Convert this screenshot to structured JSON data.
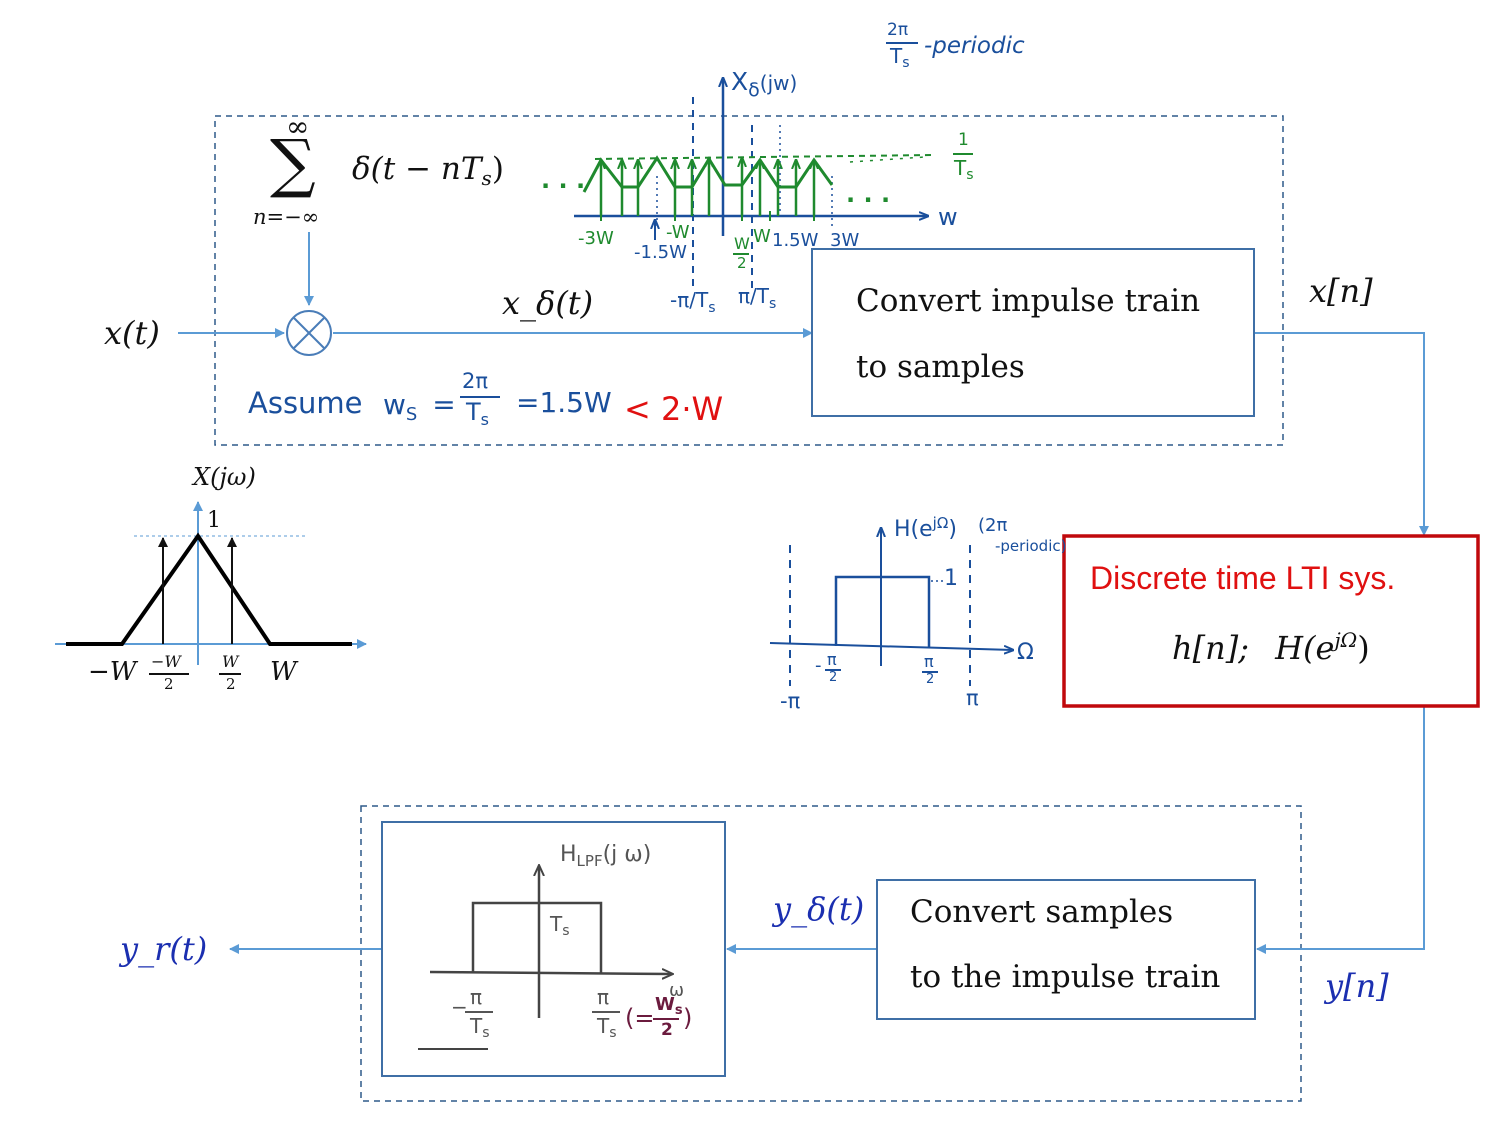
{
  "sampler": {
    "impulse_train": "∑ δ(t − nT_s)",
    "sum_upper": "∞",
    "sum_lower": "n=−∞",
    "sum_body": "δ(t − nT",
    "sum_sub": "s",
    "input": "x(t)",
    "x_delta": "x_δ(t)",
    "assume_label": "Assume",
    "ws_label": "w",
    "ws_sub": "S",
    "ws_eq": "=",
    "ws_num": "2π",
    "ws_den": "T",
    "ws_den_sub": "s",
    "ws_rhs": "=1.5W",
    "ws_ineq": "< 2·W"
  },
  "spectrum_sampled": {
    "title": "X",
    "title_sub": "δ",
    "title_arg": "(jw)",
    "axis_label": "w",
    "periodic_num": "2π",
    "periodic_den": "T",
    "periodic_sub": "s",
    "periodic_text": "-periodic",
    "height_num": "1",
    "height_den": "T",
    "height_sub": "s",
    "ticks": [
      "-3W",
      "-1.5W",
      "-W",
      "W",
      "1.5W",
      "3W"
    ],
    "half_w_num": "W",
    "half_w_den": "2",
    "neg_pi_ts": "-π/T",
    "pos_pi_ts": "π/T",
    "ts_sub": "s",
    "dots_left": ". . .",
    "dots_right": ". . ."
  },
  "convert_box": {
    "line1": "Convert impulse train",
    "line2": "to samples",
    "output": "x[n]"
  },
  "spectrum_input": {
    "title": "X(jω)",
    "peak": "1",
    "neg_w": "−W",
    "neg_half_num": "−W",
    "neg_half_den": "2",
    "pos_half_num": "W",
    "pos_half_den": "2",
    "pos_w": "W"
  },
  "dt_filter": {
    "title": "H(e",
    "title_sup": "jΩ",
    "title_close": ")",
    "periodic": "(2π",
    "periodic2": "-periodic)",
    "height": "1",
    "axis_label": "Ω",
    "neg_half_pi_num": "π",
    "neg_half_pi_den": "2",
    "neg_sign": "-",
    "pos_half_pi_num": "π",
    "pos_half_pi_den": "2",
    "neg_pi": "-π",
    "pos_pi": "π"
  },
  "lti": {
    "title": "Discrete time LTI  sys.",
    "formula_h": "h[n];",
    "formula_H": "H(e",
    "formula_sup": "jΩ",
    "formula_close": ")"
  },
  "reconstruction": {
    "box_line1": "Convert samples",
    "box_line2": "to the impulse train",
    "input": "y[n]",
    "y_delta": "y_δ(t)",
    "output": "y_r(t)",
    "lpf_title": "H",
    "lpf_title_sub": "LPF",
    "lpf_title_arg": "(j ω)",
    "lpf_height": "T",
    "lpf_height_sub": "s",
    "lpf_axis": "ω",
    "lpf_neg": "−",
    "lpf_pi": "π",
    "lpf_ts": "T",
    "lpf_ts_sub": "s",
    "lpf_eq_open": "(=",
    "lpf_eq_num": "W",
    "lpf_eq_num_sub": "s",
    "lpf_eq_den": "2",
    "lpf_eq_close": ")"
  },
  "colors": {
    "flow": "#5b9bd5",
    "dashed_box": "#2e5a8a",
    "box_border": "#3f6fa6",
    "lti_border": "#c0080c",
    "hand_blue": "#1a4f9c",
    "hand_green": "#1f8a2e",
    "red": "#e01010",
    "navy_math": "#1b2fb0"
  }
}
